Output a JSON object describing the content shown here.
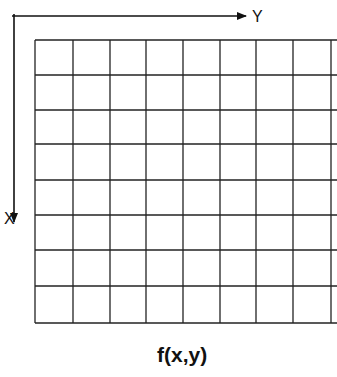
{
  "diagram": {
    "caption": "f(x,y)",
    "labels": [
      "Y",
      "X"
    ]
  }
}
